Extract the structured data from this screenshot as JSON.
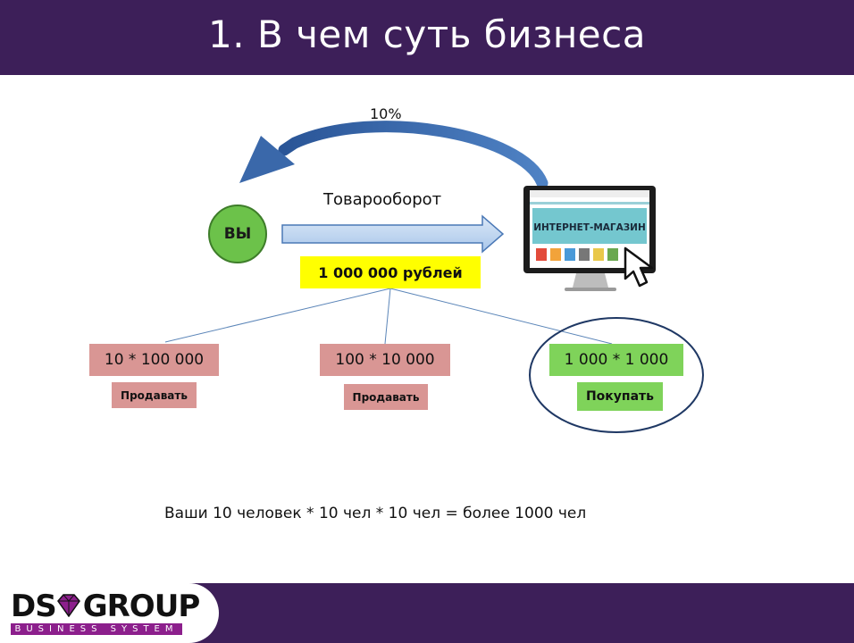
{
  "slide": {
    "title": "1. В чем суть бизнеса"
  },
  "diagram": {
    "percent_label": "10%",
    "turnover_label": "Товарооборот",
    "you_label": "ВЫ",
    "sum_label": "1 000 000 рублей",
    "shop_label": "ИНТЕРНЕТ-МАГАЗИН",
    "options": [
      {
        "value": "10 * 100 000",
        "action": "Продавать"
      },
      {
        "value": "100 * 10 000",
        "action": "Продавать"
      },
      {
        "value": "1 000 * 1 000",
        "action": "Покупать"
      }
    ],
    "formula": "Ваши 10 человек * 10 чел * 10 чел = более 1000 чел"
  },
  "footer": {
    "logo_main_left": "DS",
    "logo_main_right": "GROUP",
    "logo_sub": "BUSINESS SYSTEM"
  },
  "colors": {
    "header": "#3d1f59",
    "you_circle": "#6cc24a",
    "sum_highlight": "#ffff00",
    "sell_box": "#d99694",
    "buy_box": "#7fd35a",
    "arrow_blue": "#3b6aa8",
    "ellipse": "#1f3864"
  }
}
